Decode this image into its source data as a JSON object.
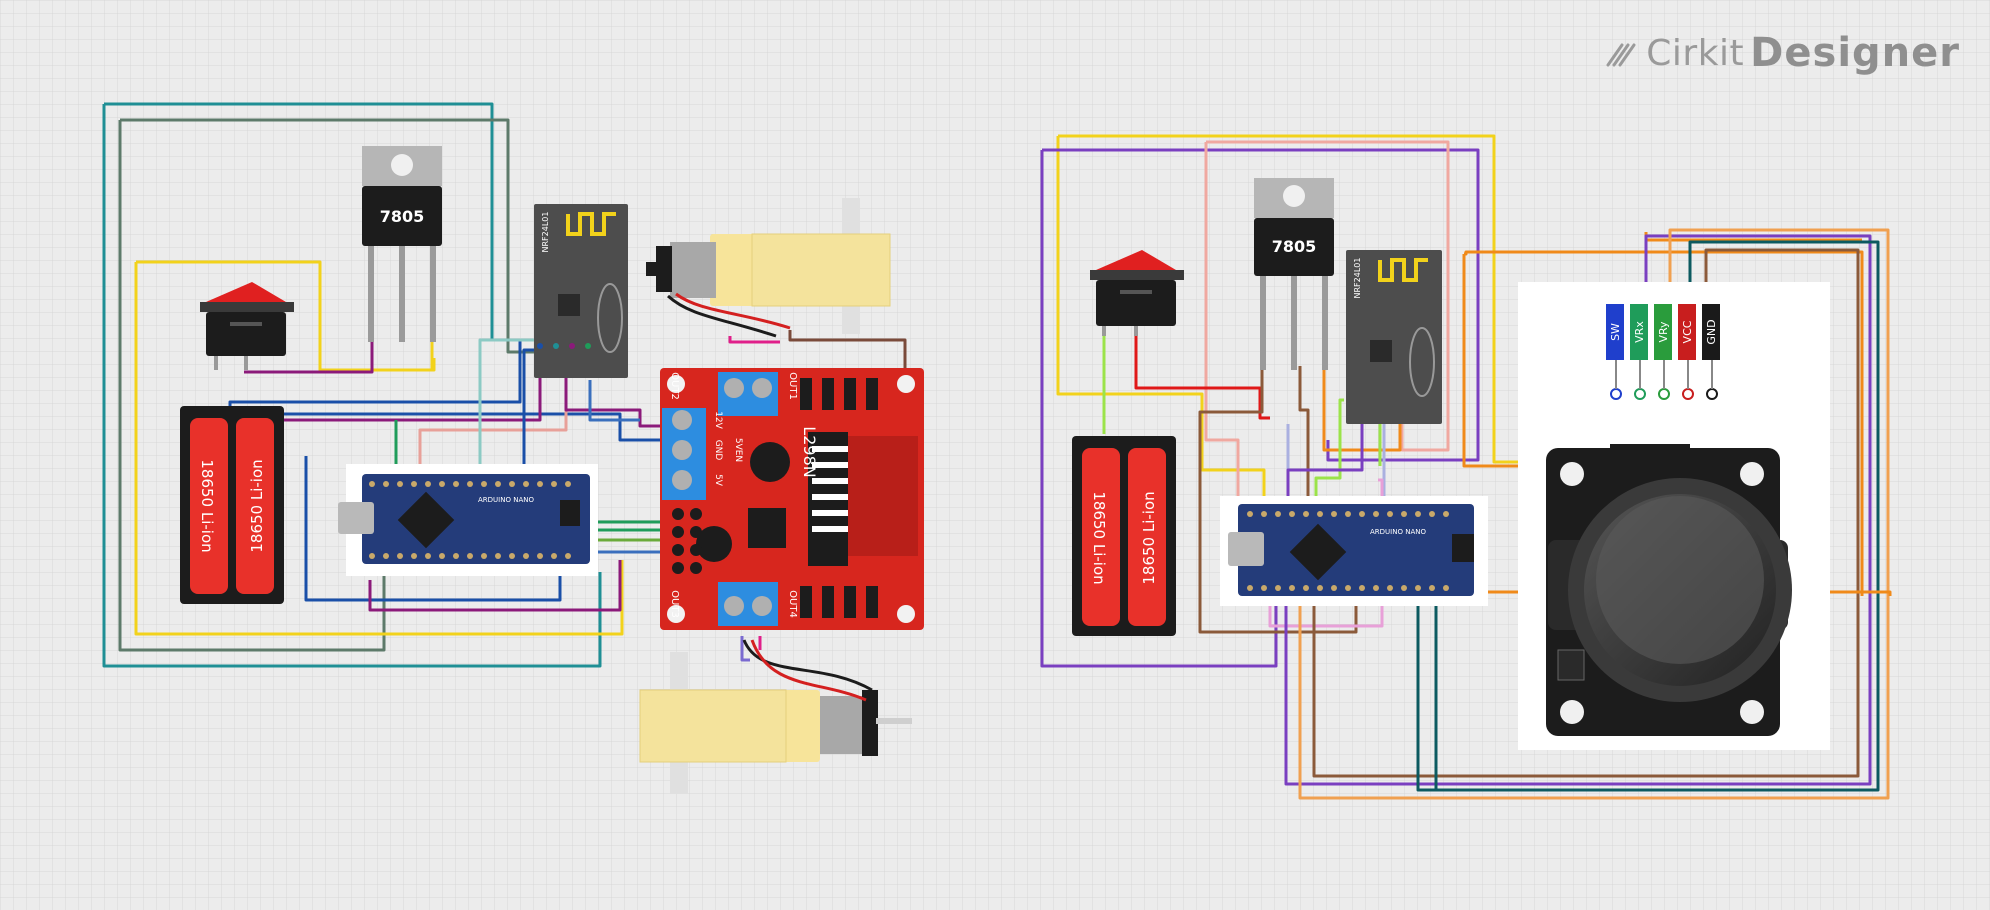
{
  "brand": {
    "part1": "Cirkit",
    "part2": "Designer"
  },
  "left": {
    "regulator": "7805",
    "battery_labels": [
      "18650 Li-ion",
      "18650 Li-ion"
    ],
    "rf_module": "NRF24L01",
    "driver_chip": "L298N",
    "driver_terminals": {
      "out1": "OUT1",
      "out2": "OUT2",
      "out3": "OUT3",
      "out4": "OUT4",
      "pwr": [
        "12V",
        "GND",
        "5V"
      ],
      "en": "5VEN"
    },
    "nano_label": "ARDUINO NANO"
  },
  "right": {
    "regulator": "7805",
    "battery_labels": [
      "18650 Li-ion",
      "18650 Li-ion"
    ],
    "rf_module": "NRF24L01",
    "nano_label": "ARDUINO NANO",
    "joystick_pins": [
      "SW",
      "VRx",
      "VRy",
      "VCC",
      "GND"
    ],
    "joystick_pin_colors": [
      "#1f3fcc",
      "#1f9c5a",
      "#2a9c3c",
      "#c81e1e",
      "#1a1a1a"
    ]
  },
  "colors": {
    "grid_bg": "#ececec",
    "grid_line": "#d7d7d7",
    "board_red": "#d7261e",
    "nano_blue": "#243c7a",
    "switch_red": "#e02020",
    "battery_red": "#e8312a",
    "motor_yellow": "#f7e49a"
  }
}
